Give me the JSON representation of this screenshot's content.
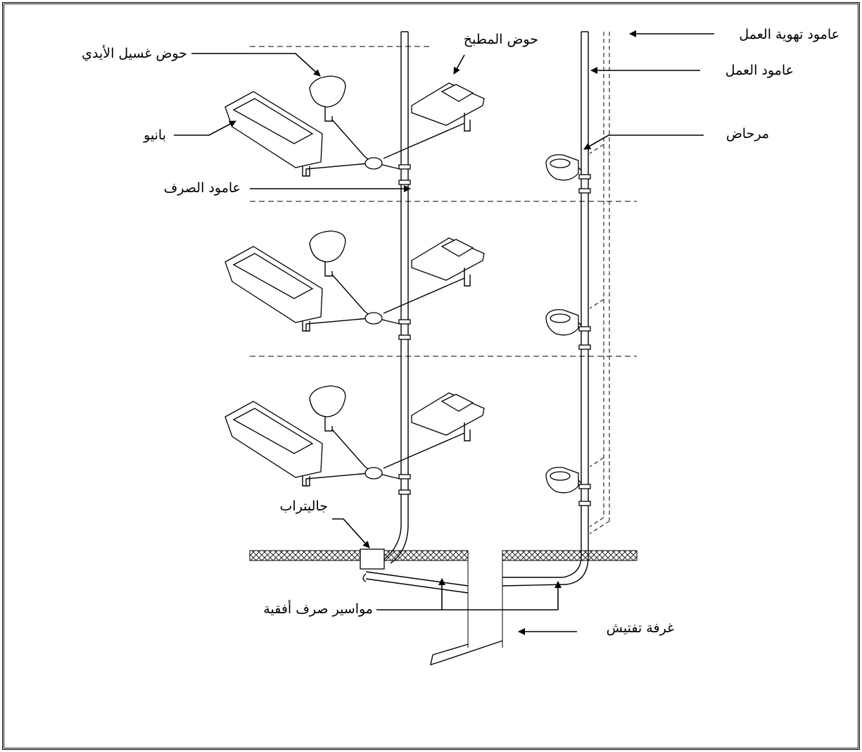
{
  "labels": {
    "vent_stack": "عامود تهوية العمل",
    "soil_stack": "عامود العمل",
    "toilet": "مرحاض",
    "kitchen_sink": "حوض المطبخ",
    "wash_basin": "حوض غسيل الأيدي",
    "bathtub": "بانيو",
    "waste_stack": "عامود الصرف",
    "gully_trap": "جاليتراب",
    "horizontal_drains": "مواسير صرف أفقية",
    "inspection_chamber": "غرفة تفتيش"
  },
  "floors": 3
}
